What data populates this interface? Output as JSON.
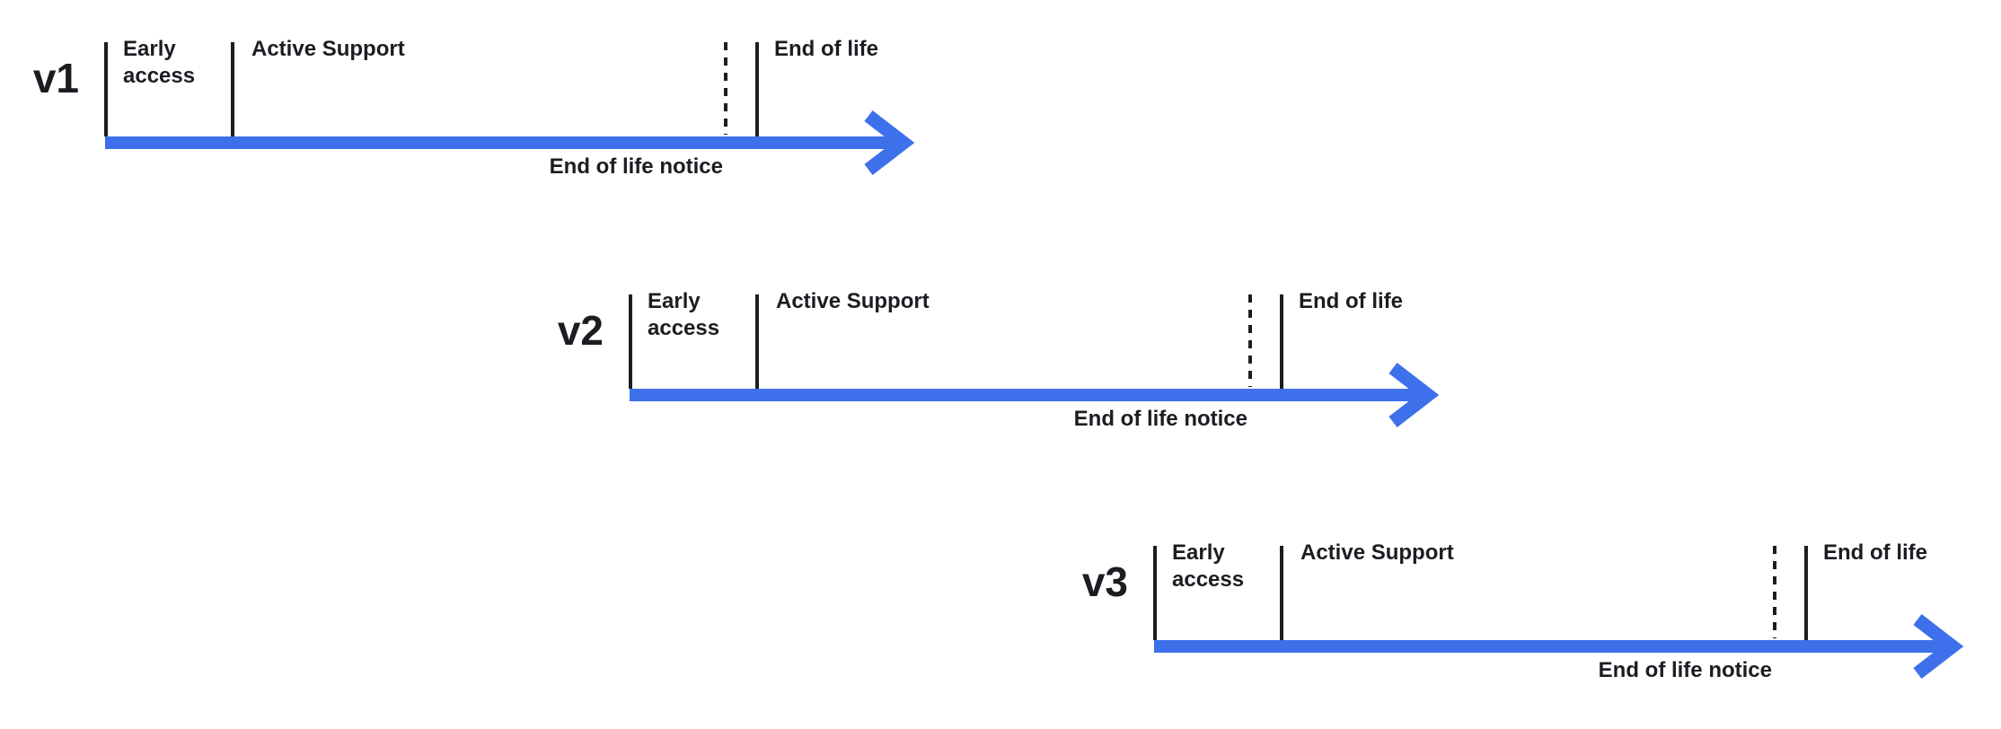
{
  "diagram": {
    "colors": {
      "arrow_blue": "#3d70ea",
      "ink": "#1b1d22",
      "background": "#ffffff"
    },
    "phases": {
      "early_access": "Early access",
      "active_support": "Active Support",
      "end_of_life": "End of life",
      "end_of_life_notice": "End of life notice"
    },
    "rows": [
      {
        "version": "v1"
      },
      {
        "version": "v2"
      },
      {
        "version": "v3"
      }
    ]
  }
}
